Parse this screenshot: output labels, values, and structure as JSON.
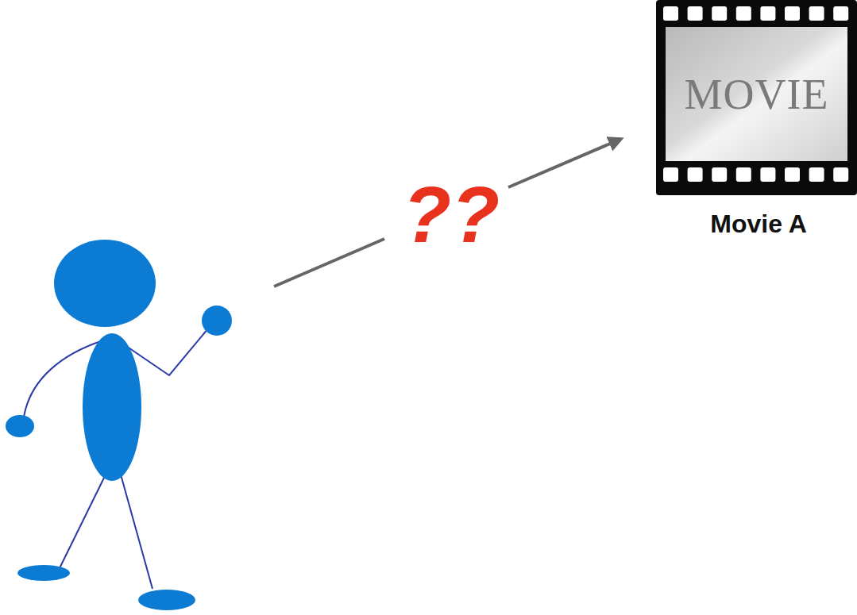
{
  "diagram": {
    "nodes": [
      {
        "text": [
          "MOVIE",
          "Movie A"
        ]
      }
    ],
    "labels": [
      "??"
    ]
  }
}
